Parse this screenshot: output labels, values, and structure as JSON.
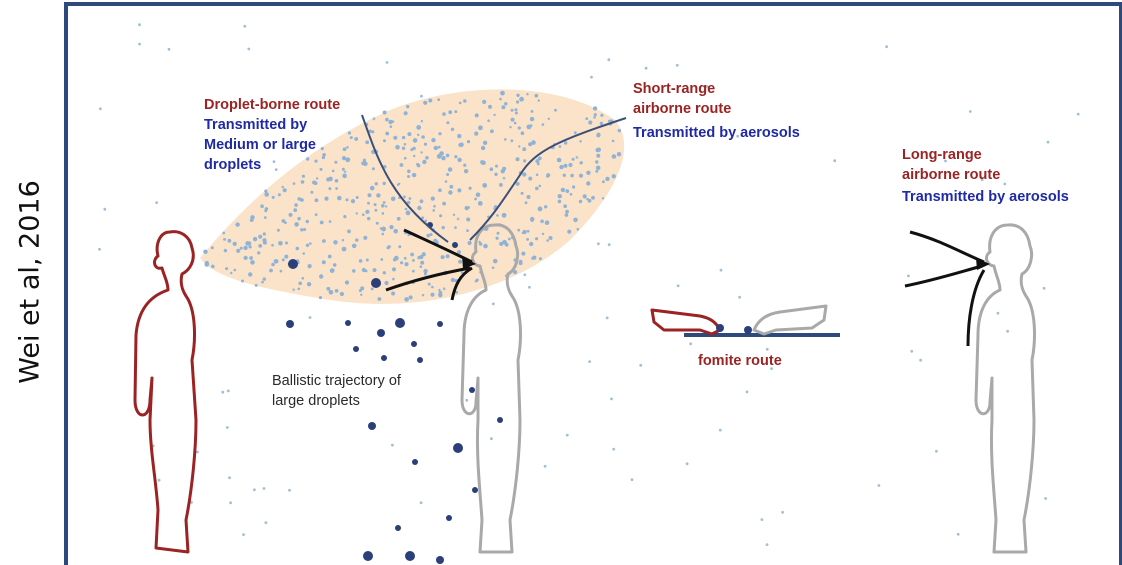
{
  "citation": "Wei et al, 2016",
  "labels": {
    "droplet_route": "Droplet-borne route",
    "droplet_transmitted": [
      "Transmitted by",
      "Medium or large",
      "droplets"
    ],
    "short_range": [
      "Short-range",
      "airborne route"
    ],
    "short_range_transmitted": "Transmitted by aerosols",
    "long_range": [
      "Long-range",
      "airborne route"
    ],
    "long_range_transmitted": "Transmitted by aerosols",
    "fomite": "fomite route",
    "ballistic": [
      "Ballistic trajectory of",
      "large droplets"
    ]
  },
  "colors": {
    "frame": "#2e4a7d",
    "source_person": "#9b2323",
    "receiver_person": "#a9a9a9",
    "aerosol_cloud": "#fae3c8",
    "aerosol_dots": "#8fb3d6",
    "large_droplets": "#2b3f7a",
    "arrows": "#111111",
    "text_red": "#9b2323",
    "text_blue": "#1f2aa3"
  }
}
